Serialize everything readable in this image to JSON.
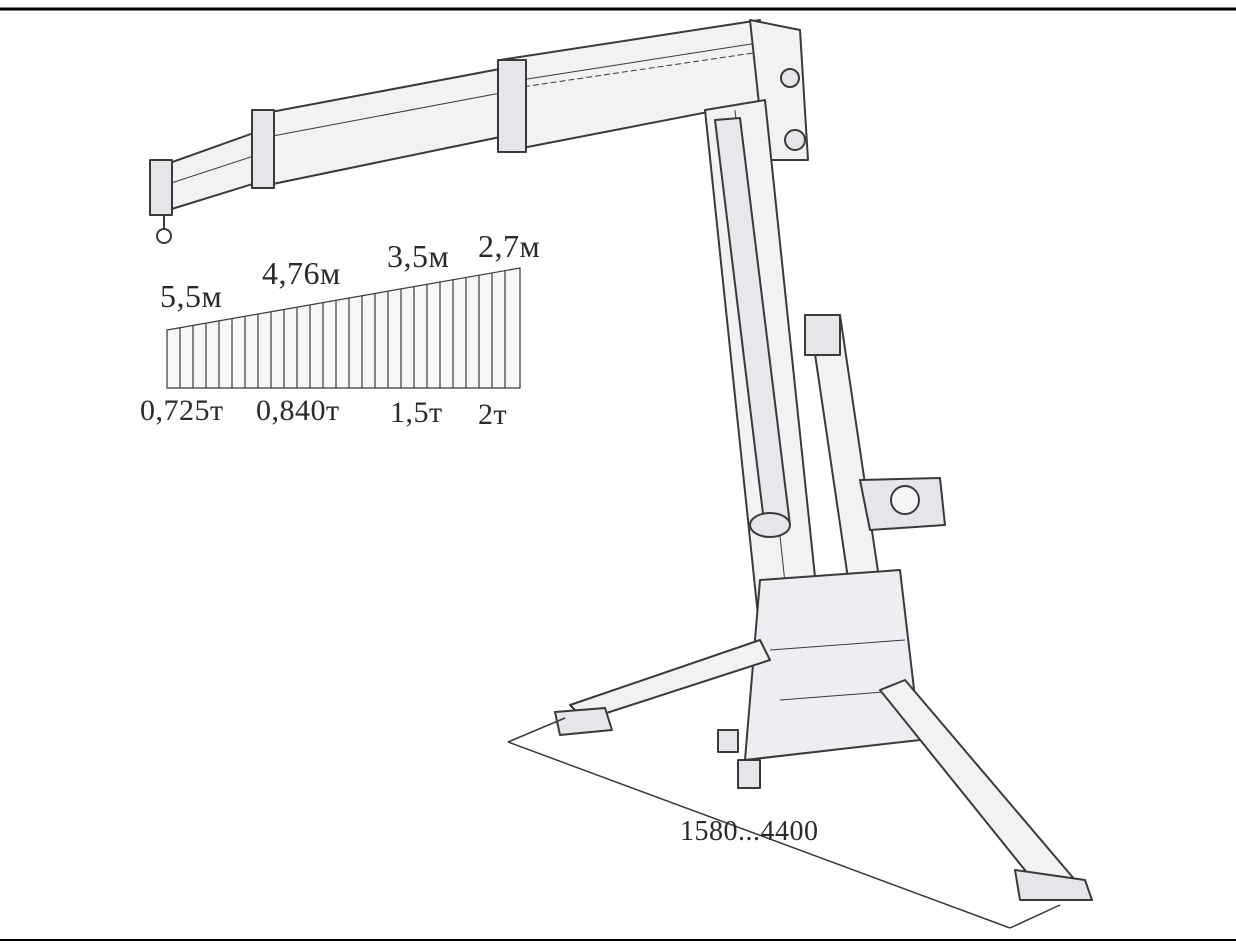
{
  "diagram": {
    "reach_labels": [
      "5,5м",
      "4,76м",
      "3,5м",
      "2,7м"
    ],
    "load_labels": [
      "0,725т",
      "0,840т",
      "1,5т",
      "2т"
    ],
    "outrigger_span_label": "1580...4400"
  },
  "colors": {
    "line": "#3a3a3a",
    "fill": "#f2f2f4",
    "shade": "#dcdce2",
    "border": "#000000"
  }
}
